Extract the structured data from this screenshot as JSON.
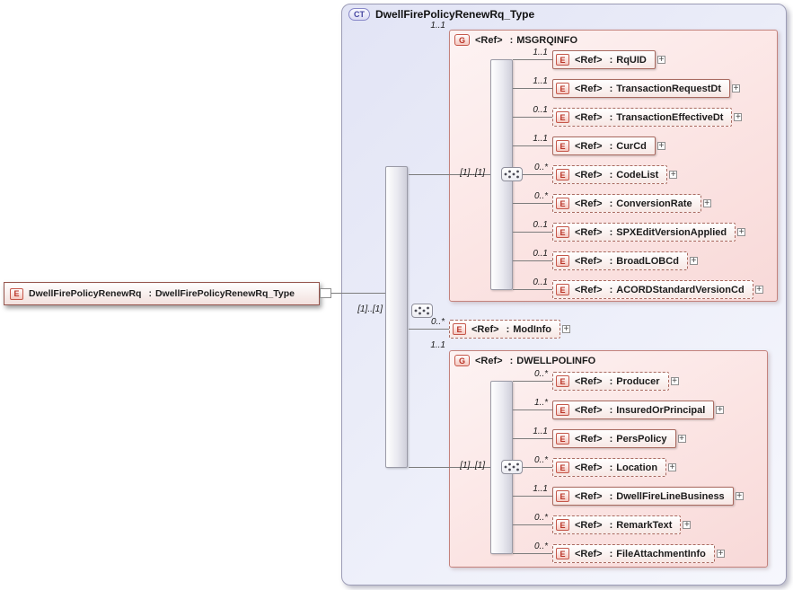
{
  "labels": {
    "ct_badge": "CT",
    "e_badge": "E",
    "g_badge": "G",
    "ref": "<Ref>",
    "colon": ":",
    "plus_icon": "+"
  },
  "root_element": {
    "name": "DwellFirePolicyRenewRq",
    "type": "DwellFirePolicyRenewRq_Type"
  },
  "complex_type": {
    "title": "DwellFirePolicyRenewRq_Type",
    "sequence_cardinality": "[1]..[1]",
    "children": [
      {
        "kind": "group",
        "cardinality": "1..1",
        "name": "MSGRQINFO",
        "sequence_cardinality": "[1]..[1]",
        "children": [
          {
            "cardinality": "1..1",
            "name": "RqUID",
            "optional": false
          },
          {
            "cardinality": "1..1",
            "name": "TransactionRequestDt",
            "optional": false
          },
          {
            "cardinality": "0..1",
            "name": "TransactionEffectiveDt",
            "optional": true
          },
          {
            "cardinality": "1..1",
            "name": "CurCd",
            "optional": false
          },
          {
            "cardinality": "0..*",
            "name": "CodeList",
            "optional": true
          },
          {
            "cardinality": "0..*",
            "name": "ConversionRate",
            "optional": true
          },
          {
            "cardinality": "0..1",
            "name": "SPXEditVersionApplied",
            "optional": true
          },
          {
            "cardinality": "0..1",
            "name": "BroadLOBCd",
            "optional": true
          },
          {
            "cardinality": "0..1",
            "name": "ACORDStandardVersionCd",
            "optional": true
          }
        ]
      },
      {
        "kind": "element",
        "cardinality": "0..*",
        "name": "ModInfo",
        "optional": true
      },
      {
        "kind": "group",
        "cardinality": "1..1",
        "name": "DWELLPOLINFO",
        "sequence_cardinality": "[1]..[1]",
        "children": [
          {
            "cardinality": "0..*",
            "name": "Producer",
            "optional": true
          },
          {
            "cardinality": "1..*",
            "name": "InsuredOrPrincipal",
            "optional": false
          },
          {
            "cardinality": "1..1",
            "name": "PersPolicy",
            "optional": false
          },
          {
            "cardinality": "0..*",
            "name": "Location",
            "optional": true
          },
          {
            "cardinality": "1..1",
            "name": "DwellFireLineBusiness",
            "optional": false
          },
          {
            "cardinality": "0..*",
            "name": "RemarkText",
            "optional": true
          },
          {
            "cardinality": "0..*",
            "name": "FileAttachmentInfo",
            "optional": true
          }
        ]
      }
    ]
  },
  "colors": {
    "container_fill": "#e9ebf8",
    "container_border": "#9c9cb6",
    "group_fill": "#fbe4e3",
    "group_border": "#c4827c",
    "element_border": "#a96a60",
    "badge_red": "#b93326",
    "ct_badge_border": "#8888c8"
  }
}
